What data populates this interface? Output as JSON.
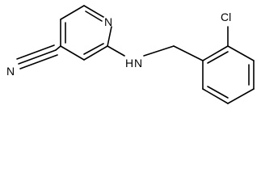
{
  "molecule": {
    "atoms": {
      "nitrile_n": "N",
      "pyridine_n": "N",
      "amine": "H",
      "amine_n": "N",
      "chlorine": "Cl"
    },
    "colors": {
      "bond": "#000000",
      "label": "#000000",
      "background": "#ffffff"
    }
  }
}
